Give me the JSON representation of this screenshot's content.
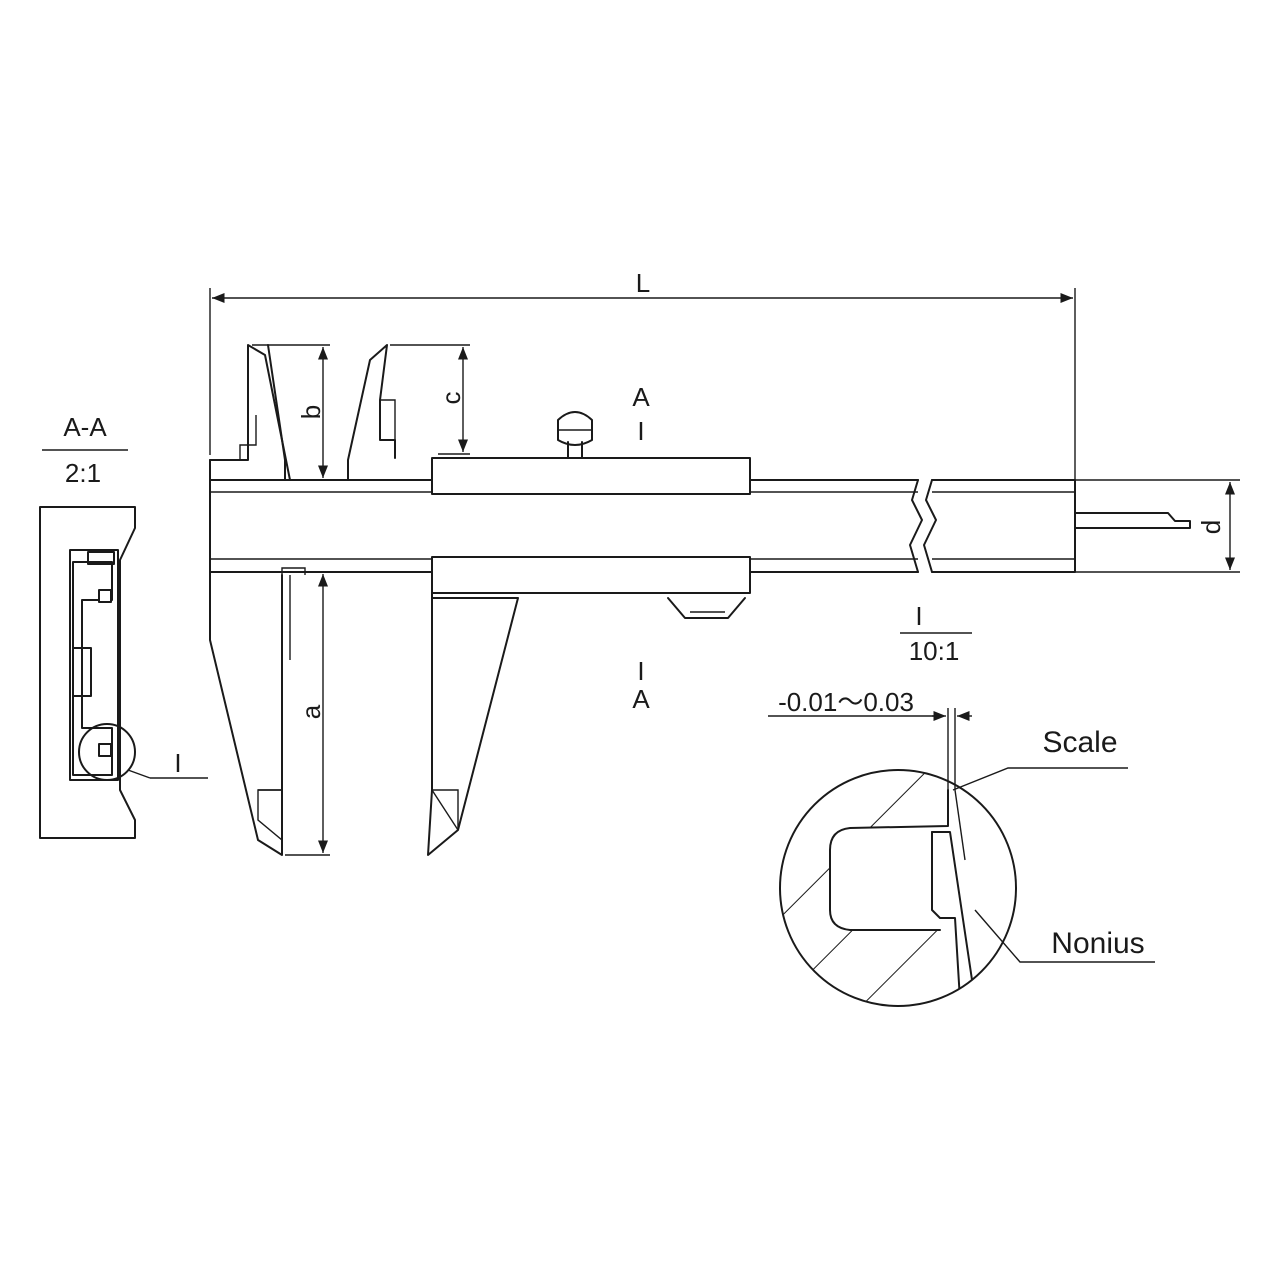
{
  "labels": {
    "overall_length": "L",
    "inside_jaw_depth": "b",
    "upper_jaw_depth": "c",
    "outside_jaw_depth": "a",
    "body_height": "d",
    "section_marker_top_letter": "A",
    "section_marker_top_tick": "I",
    "section_marker_bottom_tick": "I",
    "section_marker_bottom_letter": "A",
    "section_title": "A-A",
    "section_scale": "2:1",
    "detail_ref_label": "I",
    "detail_title": "I",
    "detail_scale": "10:1",
    "tolerance": "-0.01～0.03",
    "scale_callout": "Scale",
    "nonius_callout": "Nonius"
  },
  "colors": {
    "line": "#1a1a1a",
    "background": "#ffffff"
  }
}
